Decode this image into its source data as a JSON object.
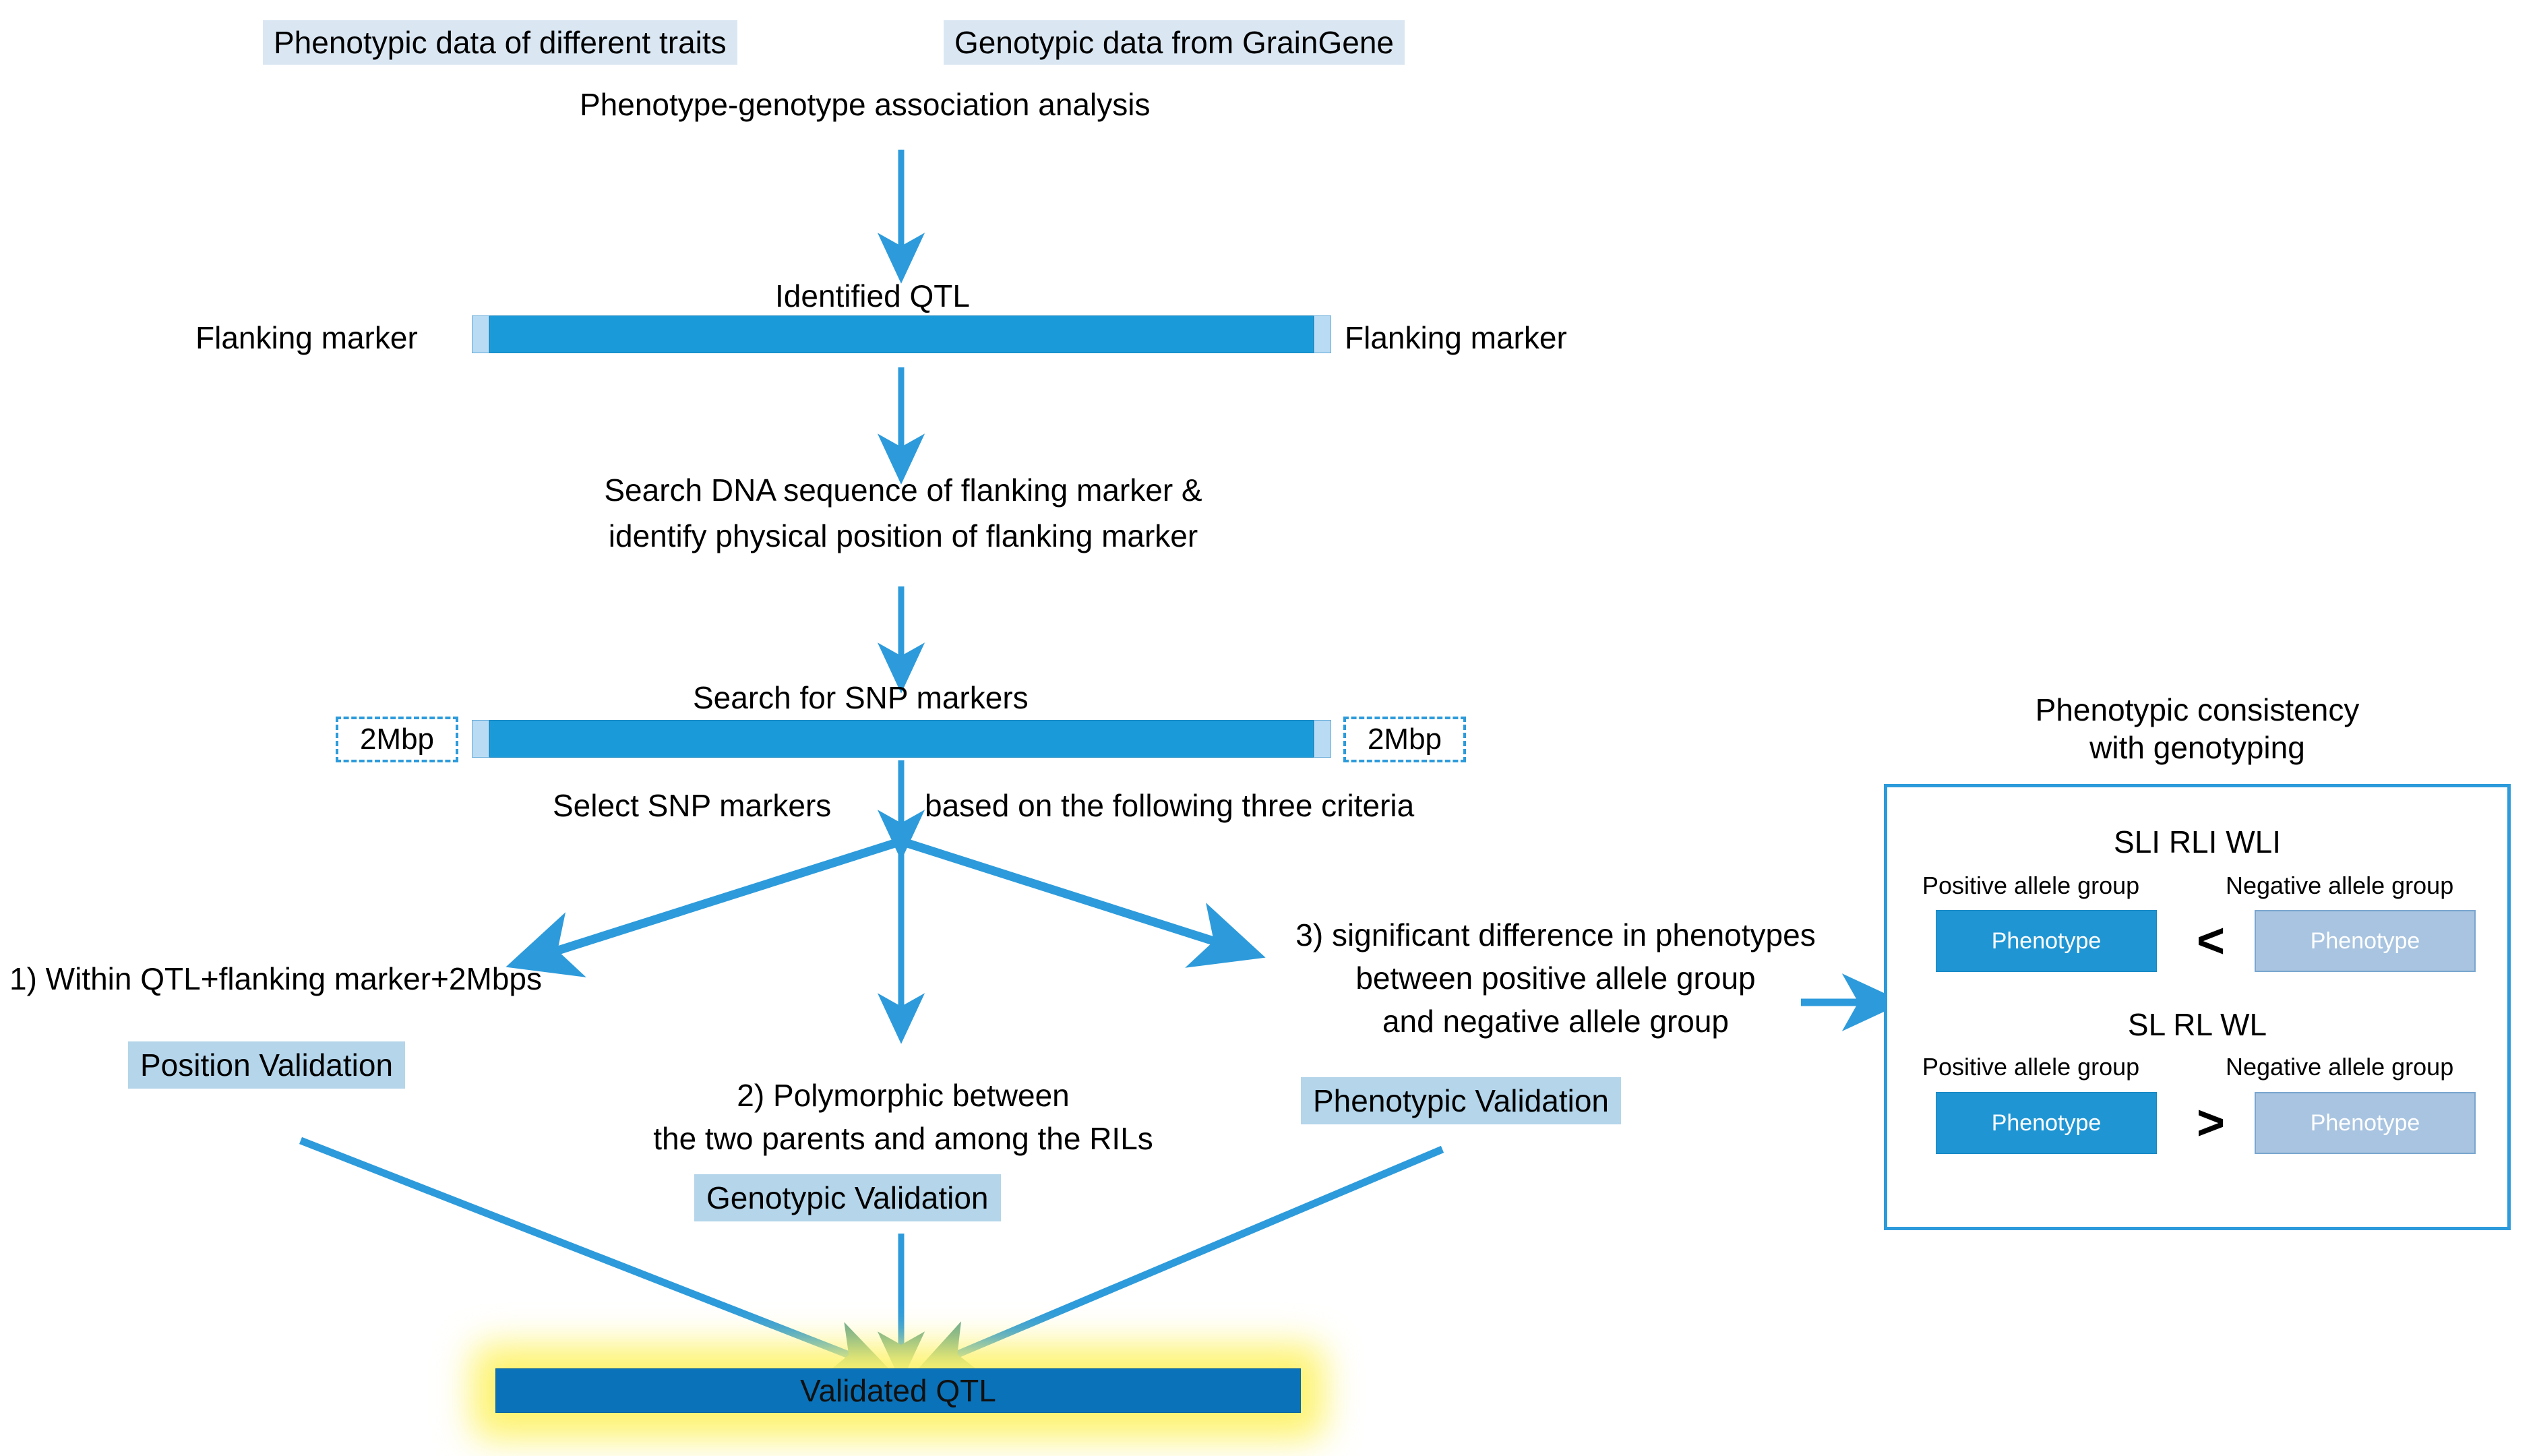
{
  "diagram": {
    "title": "QTL validation workflow",
    "colors": {
      "arrow": "#2d9bdb",
      "bar_core": "#1b9ad9",
      "bar_cap": "#b9dcf4",
      "chip_top": "#dae7f3",
      "chip_validation": "#b4d5ea",
      "panel_border": "#2d9bdb",
      "positive_box": "#1f95d3",
      "negative_box": "#a8c4e0",
      "validated_box": "#0a72b9",
      "glow": "#fdf36f"
    }
  },
  "inputs": {
    "phenotypic_data": "Phenotypic data of different traits",
    "genotypic_data": "Genotypic data from GrainGene",
    "association_analysis": "Phenotype-genotype association analysis"
  },
  "qtl": {
    "identified_label": "Identified QTL",
    "flanking_left": "Flanking marker",
    "flanking_right": "Flanking marker"
  },
  "search_step": {
    "line1": "Search DNA sequence of flanking marker &",
    "line2": "identify physical position of flanking marker"
  },
  "snp_step": {
    "title": "Search for SNP markers",
    "mbp_left": "2Mbp",
    "mbp_right": "2Mbp",
    "criteria_intro_left": "Select SNP markers",
    "criteria_intro_right": "based on the following three criteria"
  },
  "criteria": [
    {
      "number": "1)",
      "text": "1) Within QTL+flanking marker+2Mbps",
      "validation_label": "Position Validation"
    },
    {
      "number": "2)",
      "line1": "2) Polymorphic between",
      "line2": "the two parents and among the RILs",
      "validation_label": "Genotypic Validation"
    },
    {
      "number": "3)",
      "line1": "3) significant difference in phenotypes",
      "line2": "between positive allele group",
      "line3": "and negative allele group",
      "validation_label": "Phenotypic Validation"
    }
  ],
  "result": {
    "validated_qtl": "Validated QTL"
  },
  "consistency_panel": {
    "title_line1": "Phenotypic consistency",
    "title_line2": "with genotyping",
    "rows": [
      {
        "traits": "SLI RLI WLI",
        "positive_header": "Positive allele group",
        "negative_header": "Negative allele group",
        "positive_box": "Phenotype",
        "negative_box": "Phenotype",
        "comparator": "<"
      },
      {
        "traits": "SL RL WL",
        "positive_header": "Positive allele group",
        "negative_header": "Negative allele group",
        "positive_box": "Phenotype",
        "negative_box": "Phenotype",
        "comparator": ">"
      }
    ]
  }
}
